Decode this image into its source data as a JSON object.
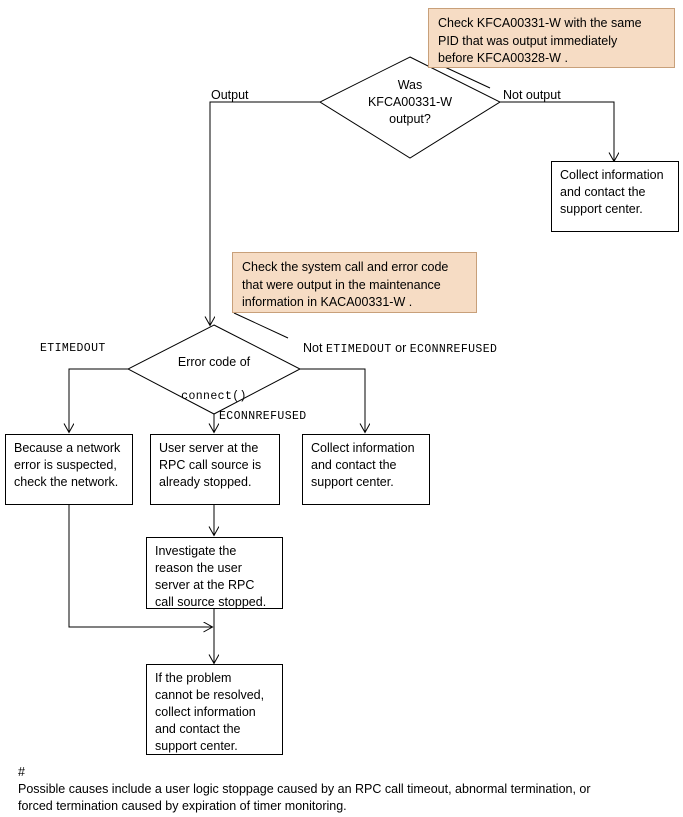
{
  "diagram": {
    "type": "flowchart",
    "title_present": false,
    "callouts": [
      {
        "id": "callout-kfca00331",
        "text": "Check KFCA00331-W with the same\nPID that was output immediately\nbefore KFCA00328-W ."
      },
      {
        "id": "callout-kaca00331",
        "text": "Check the system call and error code\nthat were output in the maintenance\ninformation in KACA00331-W ."
      }
    ],
    "decisions": [
      {
        "id": "decision-kfca00331-output",
        "text": "Was\nKFCA00331-W\noutput?"
      },
      {
        "id": "decision-error-code",
        "line1": "Error code of",
        "line2": "connect()"
      }
    ],
    "edge_labels": {
      "output": "Output",
      "not_output": "Not output",
      "etimedout": "ETIMEDOUT",
      "not_etimedout_prefix": "Not ",
      "not_etimedout_code1": "ETIMEDOUT",
      "not_etimedout_or": " or ",
      "not_etimedout_code2": "ECONNREFUSED",
      "econnrefused": "ECONNREFUSED"
    },
    "boxes": [
      {
        "id": "box-collect-support-top",
        "text": "Collect information\nand contact the\nsupport center."
      },
      {
        "id": "box-network-error",
        "text": "Because a network\nerror is suspected,\ncheck the network."
      },
      {
        "id": "box-user-server-stopped",
        "text": "User server at the\nRPC call source is\nalready stopped."
      },
      {
        "id": "box-collect-support-right",
        "text": "Collect information\nand contact the\nsupport center."
      },
      {
        "id": "box-investigate-reason",
        "text": "Investigate the\nreason the user\nserver at the RPC\ncall source stopped."
      },
      {
        "id": "box-final-collect-support",
        "text": "If the problem\ncannot be resolved,\ncollect information\nand contact the\nsupport center."
      }
    ],
    "footnote": {
      "marker": "#",
      "text": "Possible causes include a user logic stoppage caused by an RPC call timeout, abnormal termination, or\nforced termination caused by expiration of timer monitoring."
    },
    "colors": {
      "callout_fill": "#f6dcc4",
      "callout_border": "#c8a07a",
      "line": "#000000",
      "box_fill": "#ffffff",
      "background": "#ffffff"
    }
  }
}
